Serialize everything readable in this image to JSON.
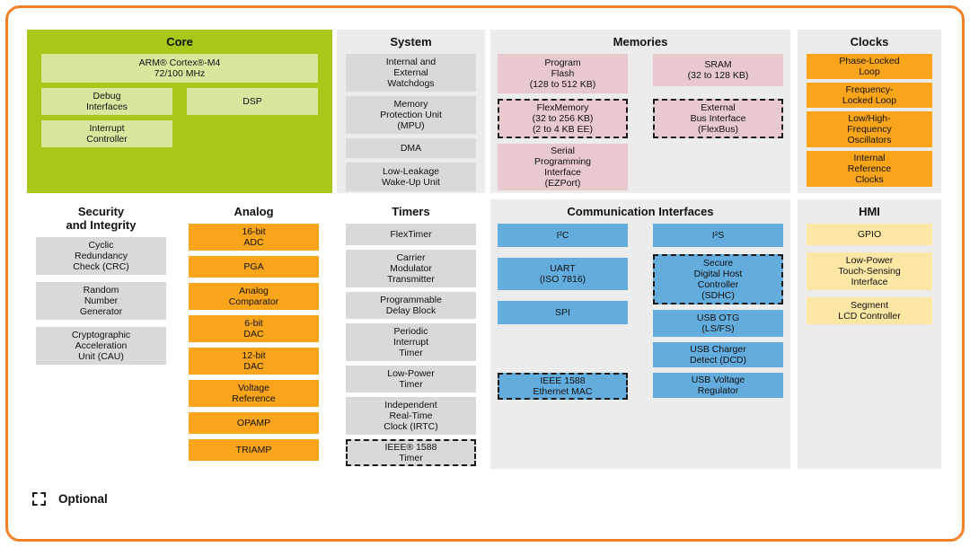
{
  "colors": {
    "border": "#F58025",
    "core_panel_bg": "#A6C819",
    "core_block_bg": "#D8E79E",
    "panel_bg": "#ECECEC",
    "white_panel_bg": "#FFFFFF",
    "gray_block_bg": "#D9D9D9",
    "memory_block_bg": "#E8C9CD",
    "analog_block_bg": "#F9A51B",
    "comm_block_bg": "#63ACDE",
    "hmi_block_bg": "#FCE7A4"
  },
  "legend": {
    "label": "Optional"
  },
  "panels": {
    "core": {
      "title": "Core",
      "blocks": {
        "cpu": "ARM® Cortex®-M4\n72/100 MHz",
        "debug": "Debug\nInterfaces",
        "dsp": "DSP",
        "interrupt": "Interrupt\nController"
      }
    },
    "system": {
      "title": "System",
      "blocks": [
        "Internal and\nExternal\nWatchdogs",
        "Memory\nProtection Unit\n(MPU)",
        "DMA",
        "Low-Leakage\nWake-Up Unit"
      ]
    },
    "memories": {
      "title": "Memories",
      "left": [
        "Program\nFlash\n(128 to 512 KB)",
        "FlexMemory\n(32 to 256 KB)\n(2 to 4 KB EE)",
        "Serial\nProgramming\nInterface\n(EZPort)"
      ],
      "right": [
        "SRAM\n(32 to 128 KB)",
        "External\nBus Interface\n(FlexBus)"
      ]
    },
    "clocks": {
      "title": "Clocks",
      "blocks": [
        "Phase-Locked\nLoop",
        "Frequency-\nLocked Loop",
        "Low/High-\nFrequency\nOscillators",
        "Internal\nReference\nClocks"
      ]
    },
    "security": {
      "title": "Security\nand Integrity",
      "blocks": [
        "Cyclic\nRedundancy\nCheck (CRC)",
        "Random\nNumber\nGenerator",
        "Cryptographic\nAcceleration\nUnit (CAU)"
      ]
    },
    "analog": {
      "title": "Analog",
      "blocks": [
        "16-bit\nADC",
        "PGA",
        "Analog\nComparator",
        "6-bit\nDAC",
        "12-bit\nDAC",
        "Voltage\nReference",
        "OPAMP",
        "TRIAMP"
      ]
    },
    "timers": {
      "title": "Timers",
      "blocks": [
        "FlexTimer",
        "Carrier\nModulator\nTransmitter",
        "Programmable\nDelay Block",
        "Periodic\nInterrupt\nTimer",
        "Low-Power\nTimer",
        "Independent\nReal-Time\nClock (IRTC)",
        "IEEE® 1588\nTimer"
      ]
    },
    "comm": {
      "title": "Communication Interfaces",
      "left": [
        "I²C",
        "UART\n(ISO 7816)",
        "SPI",
        "IEEE 1588\nEthernet MAC"
      ],
      "right": [
        "I²S",
        "Secure\nDigital Host\nController\n(SDHC)",
        "USB OTG\n(LS/FS)",
        "USB Charger\nDetect (DCD)",
        "USB Voltage\nRegulator"
      ]
    },
    "hmi": {
      "title": "HMI",
      "blocks": [
        "GPIO",
        "Low-Power\nTouch-Sensing\nInterface",
        "Segment\nLCD Controller"
      ]
    }
  }
}
